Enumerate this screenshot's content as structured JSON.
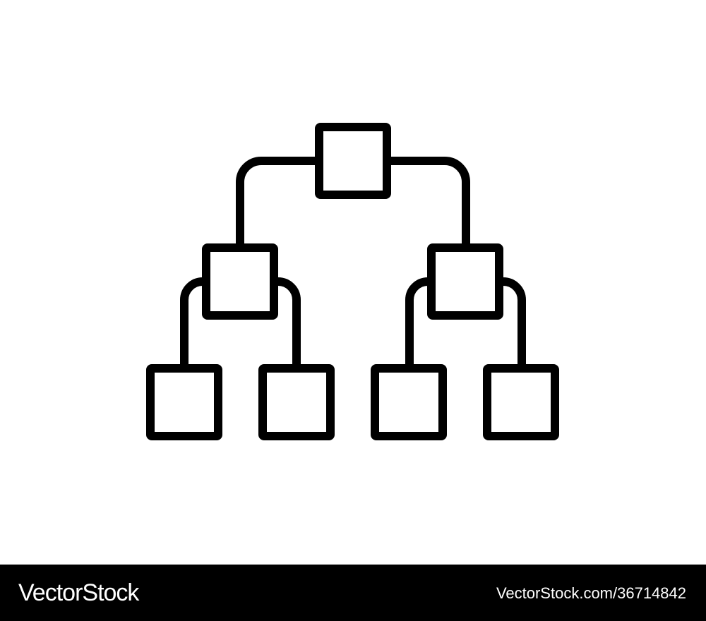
{
  "diagram": {
    "icon": "hierarchy-tree-icon",
    "colors": {
      "stroke": "#000000",
      "fill": "#ffffff",
      "background": "#ffffff"
    },
    "levels": [
      1,
      2,
      4
    ]
  },
  "footer": {
    "brand": "VectorStock",
    "brand_mark": "®",
    "image_id": "VectorStock.com/36714842",
    "colors": {
      "background": "#000000",
      "text": "#ffffff"
    }
  }
}
